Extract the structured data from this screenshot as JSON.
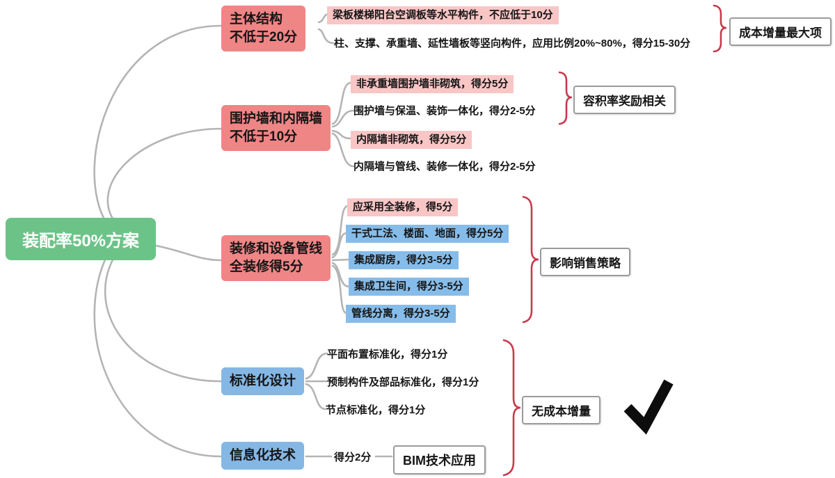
{
  "root": {
    "label": "装配率50%方案"
  },
  "colors": {
    "root_green": "#6cc388",
    "branch_red": "#ef8585",
    "leaf_pink": "#f9c6c6",
    "leaf_blue": "#86bce9",
    "branch_blue": "#85b7e5",
    "line_gray": "#b4b4b4",
    "brace_red": "#c73a4e"
  },
  "branches": [
    {
      "title_line1": "主体结构",
      "title_line2": "不低于20分",
      "leaves": [
        {
          "text": "梁板楼梯阳台空调板等水平构件，不应低于10分"
        },
        {
          "text": "柱、支撑、承重墙、延性墙板等竖向构件，应用比例20%~80%，得分15-30分"
        }
      ],
      "annotation": "成本增量最大项"
    },
    {
      "title_line1": "围护墙和内隔墙",
      "title_line2": "不低于10分",
      "leaves": [
        {
          "text": "非承重墙围护墙非砌筑，得分5分"
        },
        {
          "text": "围护墙与保温、装饰一体化，得分2-5分"
        },
        {
          "text": "内隔墙非砌筑，得分5分"
        },
        {
          "text": "内隔墙与管线、装修一体化，得分2-5分"
        }
      ],
      "annotation": "容积率奖励相关"
    },
    {
      "title_line1": "装修和设备管线",
      "title_line2": "全装修得5分",
      "leaves": [
        {
          "text": "应采用全装修，得5分"
        },
        {
          "text": "干式工法、楼面、地面，得分5分"
        },
        {
          "text": "集成厨房，得分3-5分"
        },
        {
          "text": "集成卫生间，得分3-5分"
        },
        {
          "text": "管线分离，得分3-5分"
        }
      ],
      "annotation": "影响销售策略"
    },
    {
      "title_line1": "标准化设计",
      "leaves": [
        {
          "text": "平面布置标准化，得分1分"
        },
        {
          "text": "预制构件及部品标准化，得分1分"
        },
        {
          "text": "节点标准化，得分1分"
        }
      ]
    },
    {
      "title_line1": "信息化技术",
      "leaves": [
        {
          "text": "得分2分"
        }
      ],
      "bim_label": "BIM技术应用"
    }
  ],
  "no_cost_annotation": "无成本增量"
}
